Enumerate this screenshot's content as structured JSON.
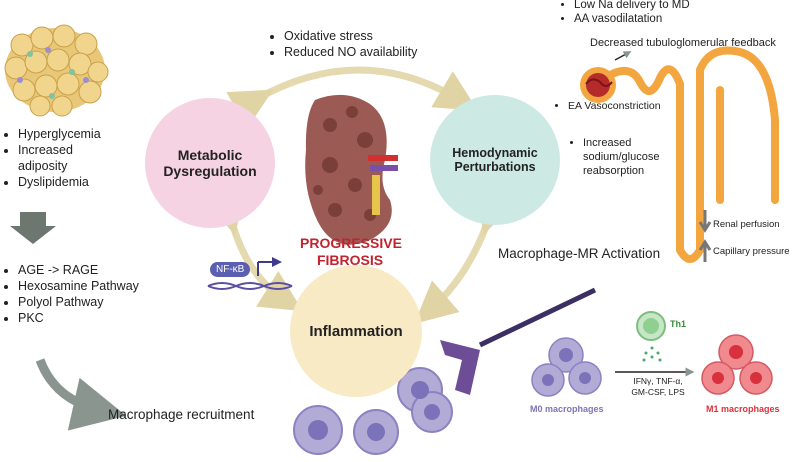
{
  "metabolic": {
    "title": "Metabolic Dysregulation",
    "risks": [
      "Hyperglycemia",
      "Increased adiposity",
      "Dyslipidemia"
    ],
    "pathways": [
      "AGE ->  RAGE",
      "Hexosamine Pathway",
      "Polyol Pathway",
      "PKC"
    ],
    "recruitment": "Macrophage recruitment"
  },
  "top_bullets": [
    "Oxidative stress",
    "Reduced NO availability"
  ],
  "hemodynamic": {
    "title": "Hemodynamic Perturbations",
    "top_bullets": [
      "Low Na delivery to MD",
      "AA vasodilatation"
    ],
    "tgf": "Decreased tubuloglomerular feedback",
    "ea": "EA Vasoconstriction",
    "reabsorption": "Increased sodium/glucose reabsorption",
    "renal_perfusion": "Renal perfusion",
    "capillary_pressure": "Capillary pressure"
  },
  "center": {
    "label_line1": "PROGRESSIVE",
    "label_line2": "FIBROSIS",
    "nfkb": "NF-κB"
  },
  "inflammation": {
    "title": "Inflammation",
    "mr_activation": "Macrophage-MR Activation",
    "th1": "Th1",
    "cytokines": [
      "IFNγ, TNF-α,",
      "GM-CSF, LPS"
    ],
    "m0": "M0 macrophages",
    "m1": "M1 macrophages"
  },
  "colors": {
    "metabolic": "#f6d3e3",
    "hemodynamic": "#cde9e3",
    "inflammation": "#f8eac4",
    "arrow": "#e5d9b0",
    "fibrosis_text": "#c0242f",
    "m0_text": "#7b74b8",
    "m1_text": "#e0303a",
    "macrophage": "#b2abd6",
    "m1_cell": "#f08a8f",
    "kidney": "#9c5a54",
    "tubule": "#f3a640",
    "receptor": "#6d4d96"
  }
}
